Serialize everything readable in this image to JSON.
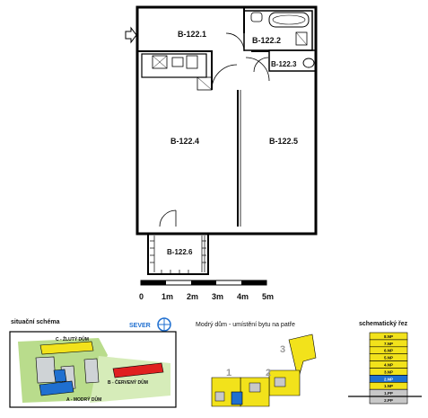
{
  "floorplan": {
    "rooms": [
      {
        "id": "B-122.1",
        "label": "B-122.1"
      },
      {
        "id": "B-122.2",
        "label": "B-122.2"
      },
      {
        "id": "B-122.3",
        "label": "B-122.3"
      },
      {
        "id": "B-122.4",
        "label": "B-122.4"
      },
      {
        "id": "B-122.5",
        "label": "B-122.5"
      },
      {
        "id": "B-122.6",
        "label": "B-122.6"
      }
    ],
    "scale_labels": [
      "0",
      "1m",
      "2m",
      "3m",
      "4m",
      "5m"
    ]
  },
  "situation": {
    "title": "situační schéma",
    "north_label": "SEVER",
    "yellow_house": "C - ŽLUTÝ DŮM",
    "red_house": "B - ČERVENÝ DŮM",
    "blue_house": "A - MODRÝ DŮM"
  },
  "building": {
    "title": "Modrý dům - umístění bytu na patře",
    "markers": [
      "1",
      "2",
      "3"
    ]
  },
  "section": {
    "title": "schematický řez",
    "floors": [
      "8.NP",
      "7.NP",
      "6.NP",
      "5.NP",
      "4.NP",
      "3.NP",
      "2.NP",
      "1.NP",
      "1.PP",
      "2.PP"
    ],
    "highlight_floor": "2.NP"
  },
  "colors": {
    "yellow": "#f2e21b",
    "blue": "#1f6fd0",
    "red": "#e02020",
    "green": "#b9dc8c",
    "gray": "#c8c8c8"
  }
}
